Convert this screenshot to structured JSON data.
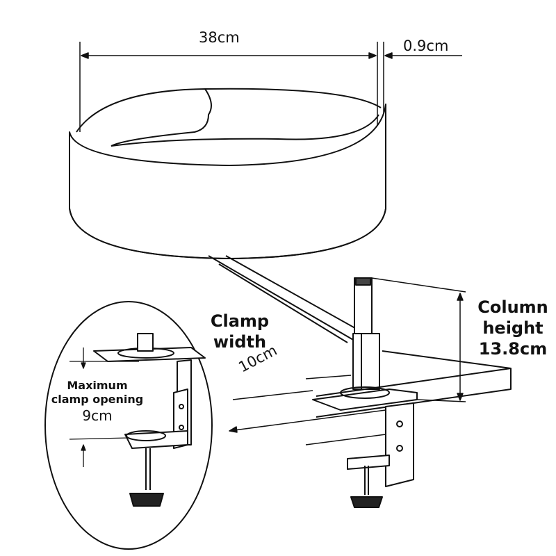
{
  "labels": {
    "tray_diameter": "38cm",
    "wall_thickness": "0.9cm",
    "column_height_line1": "Column",
    "column_height_line2": "height",
    "column_height_value": "13.8cm",
    "clamp_width_line1": "Clamp",
    "clamp_width_line2": "width",
    "clamp_width_value": "10cm",
    "max_opening_line1": "Maximum",
    "max_opening_line2": "clamp opening",
    "max_opening_value": "9cm"
  }
}
